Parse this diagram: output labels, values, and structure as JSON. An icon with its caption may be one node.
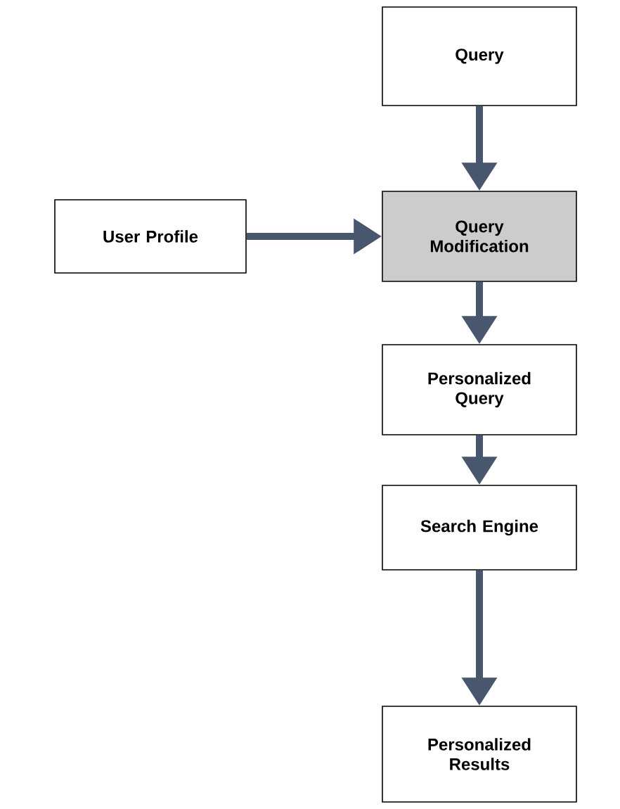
{
  "diagram": {
    "nodes": [
      {
        "text": [
          "Query"
        ]
      },
      {
        "text": [
          "Query Modification"
        ]
      },
      {
        "text": [
          "User Profile"
        ]
      },
      {
        "text": [
          "Personalized Query"
        ]
      },
      {
        "text": [
          "Search Engine"
        ]
      },
      {
        "text": [
          "Personalized Results"
        ]
      }
    ],
    "edges": [
      {
        "from": 0,
        "to": 1,
        "arrow": "to"
      },
      {
        "from": 2,
        "to": 1,
        "arrow": "to"
      },
      {
        "from": 1,
        "to": 3,
        "arrow": "to"
      },
      {
        "from": 3,
        "to": 4,
        "arrow": "to"
      },
      {
        "from": 4,
        "to": 5,
        "arrow": "to"
      }
    ]
  }
}
